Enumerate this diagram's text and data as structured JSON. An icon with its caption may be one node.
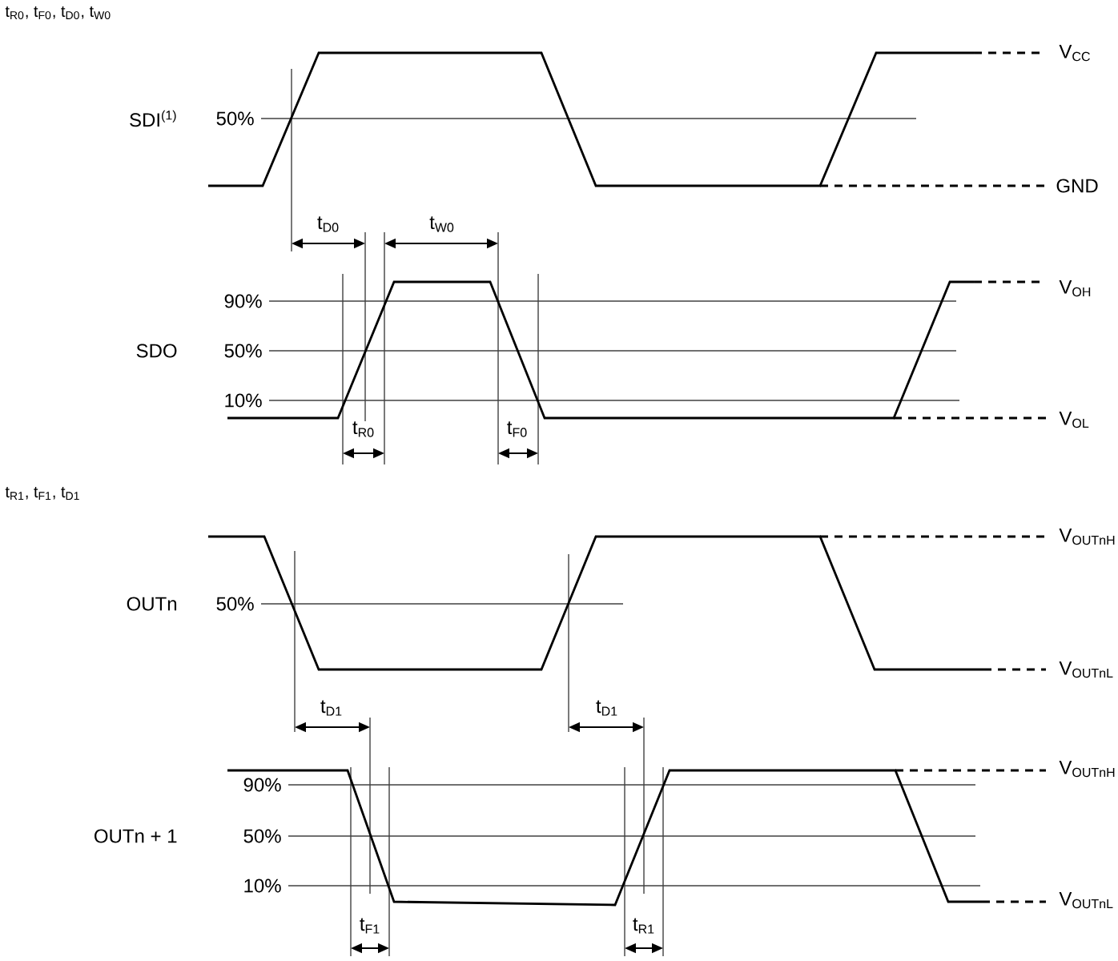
{
  "diagram": {
    "labels": [
      "t$_{R0}$, t$_{F0}$, t$_{D0}$, t$_{W0}$",
      "V$_{CC}$",
      "SDI$^{(1)}$",
      "50%",
      "GND",
      "t$_{D0}$",
      "t$_{W0}$",
      "V$_{OH}$",
      "90%",
      "SDO",
      "50%",
      "10%",
      "V$_{OL}$",
      "t$_{R0}$",
      "t$_{F0}$",
      "t$_{R1}$, t$_{F1}$, t$_{D1}$",
      "V$_{OUTnH}$",
      "OUTn",
      "50%",
      "V$_{OUTnL}$",
      "t$_{D1}$",
      "t$_{D1}$",
      "V$_{OUTnH}$",
      "90%",
      "OUTn + 1",
      "50%",
      "10%",
      "V$_{OUTnL}$",
      "t$_{F1}$",
      "t$_{R1}$"
    ]
  }
}
